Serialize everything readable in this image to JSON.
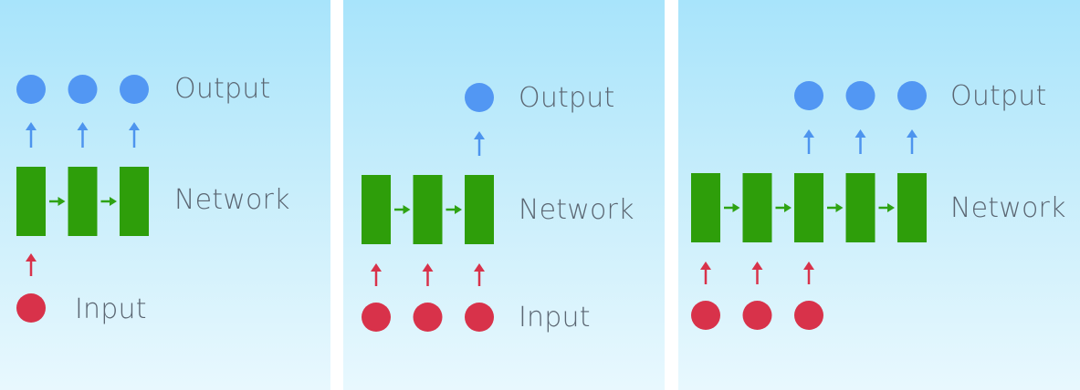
{
  "diagrams": [
    {
      "labels": {
        "output": "Output",
        "network": "Network",
        "input": "Input"
      },
      "outputs": [
        1,
        1,
        1
      ],
      "inputs": [
        1,
        0,
        0
      ],
      "blocks": 3
    },
    {
      "labels": {
        "output": "Output",
        "network": "Network",
        "input": "Input"
      },
      "outputs": [
        0,
        0,
        1
      ],
      "inputs": [
        1,
        1,
        1
      ],
      "blocks": 3
    },
    {
      "labels": {
        "output": "Output",
        "network": "Network",
        "input": ""
      },
      "outputs": [
        0,
        0,
        1,
        1,
        1
      ],
      "inputs": [
        1,
        1,
        1,
        0,
        0
      ],
      "blocks": 5
    }
  ],
  "colors": {
    "output_node": "#5297f3",
    "output_arrow": "#4d94ee",
    "input_node": "#d8324a",
    "input_arrow": "#d8324a",
    "network_block": "#2e9e0a",
    "recurrent_arrow": "#2ea313",
    "label_text": "#5b6672"
  }
}
